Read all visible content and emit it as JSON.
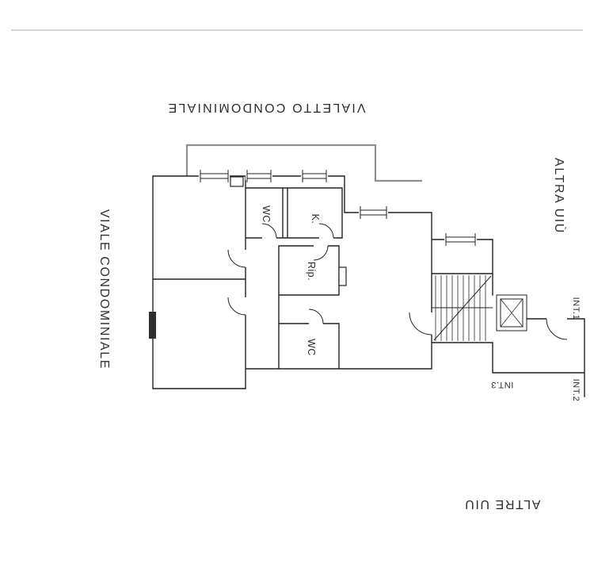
{
  "page": {
    "background": "#ffffff",
    "top_rule_color": "#a8a8a8"
  },
  "plan": {
    "colors": {
      "wall": "#222222",
      "courtyard_line": "#8f8f8f",
      "text": "#2e2e2e",
      "window_dark": "#2f2f2f"
    },
    "labels": {
      "street_top": "VIALETTO CONDOMINIALE",
      "street_left": "VIALE CONDOMINIALE",
      "adjacent_right": "ALTRA UIÙ",
      "adjacent_bottom": "ALTRE UIU",
      "unit_1": "INT.1",
      "unit_2": "INT.2",
      "unit_3": "INT.3"
    },
    "rooms": {
      "wc_top": "WC",
      "kitchen": "K.",
      "storage": "Rip.",
      "wc_bottom": "WC"
    }
  }
}
